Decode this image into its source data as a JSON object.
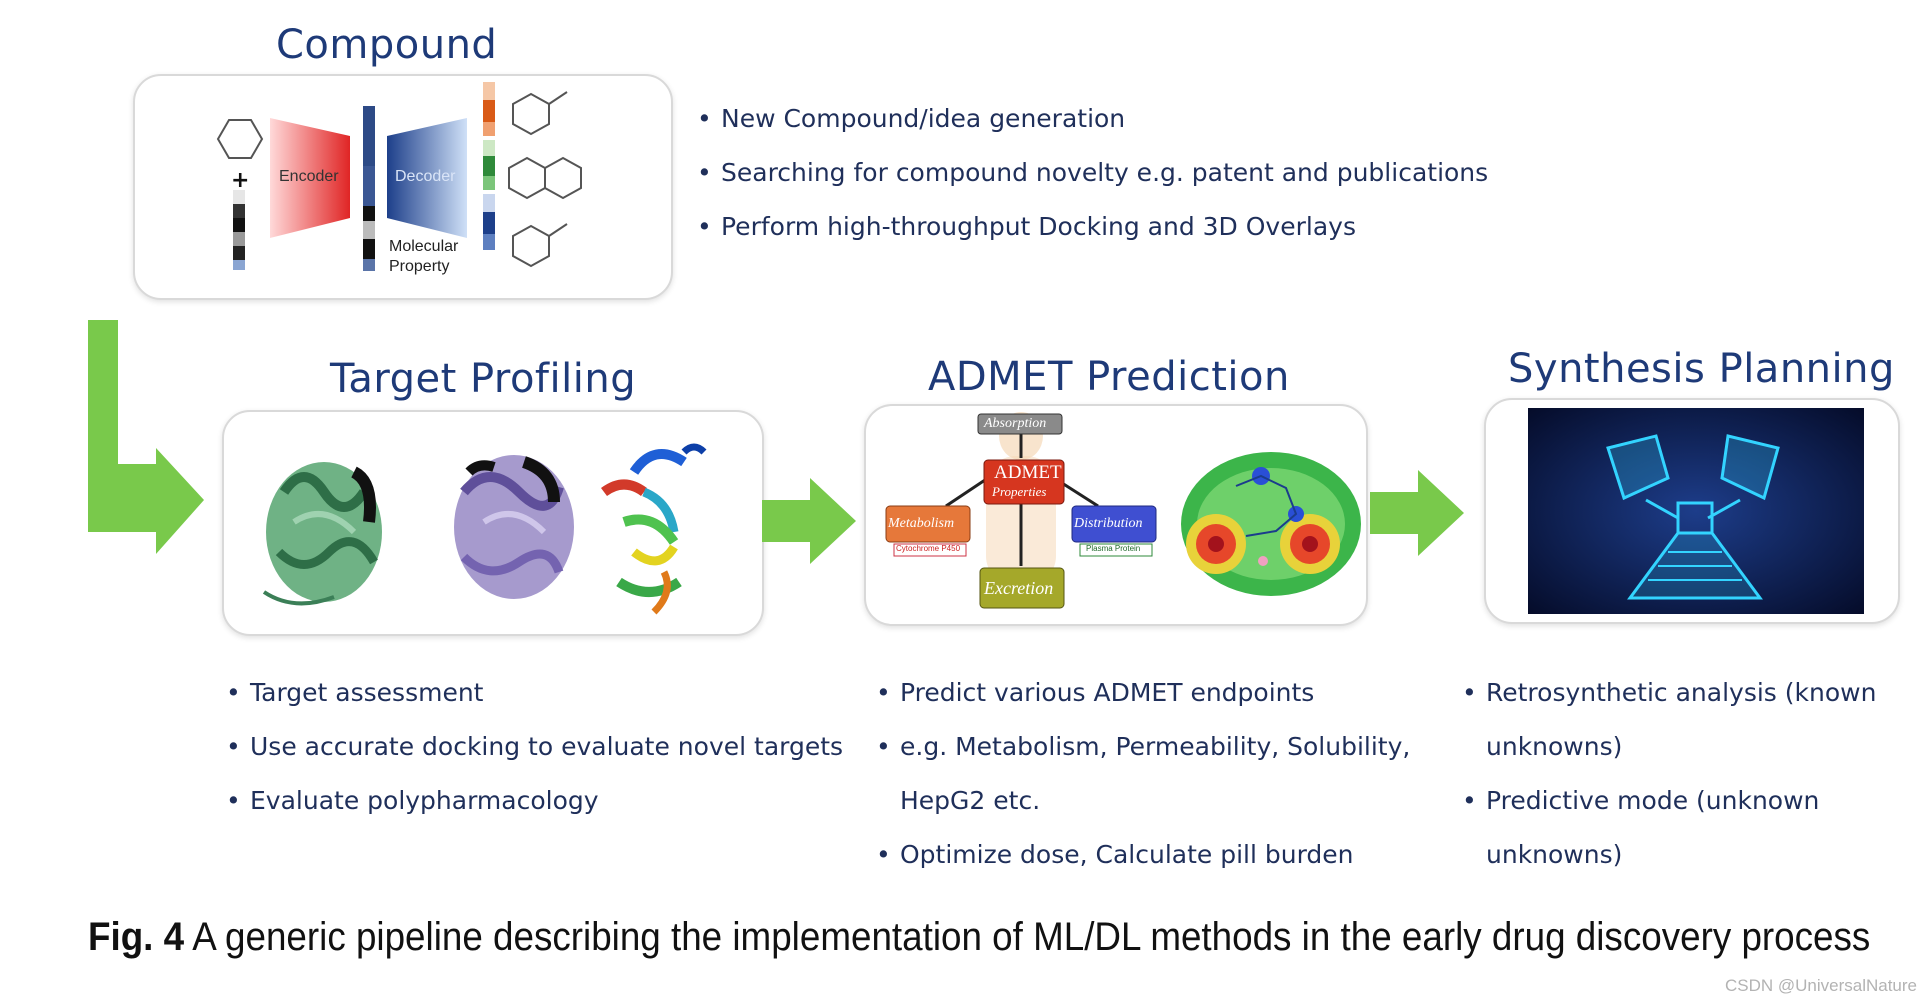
{
  "compound": {
    "title": "Compound",
    "encoder_label": "Encoder",
    "decoder_label": "Decoder",
    "property_label_line1": "Molecular",
    "property_label_line2": "Property",
    "plus": "+",
    "bullets": [
      "New Compound/idea generation",
      "Searching for compound novelty e.g. patent and publications",
      "Perform high-throughput Docking and 3D Overlays"
    ]
  },
  "target": {
    "title": "Target Profiling",
    "bullets": [
      "Target assessment",
      "Use accurate docking to evaluate novel targets",
      "Evaluate polypharmacology"
    ]
  },
  "admet": {
    "title": "ADMET Prediction",
    "diagram": {
      "absorption": "Absorption",
      "admet_line1": "ADMET",
      "admet_line2": "Properties",
      "metabolism": "Metabolism",
      "metabolism_sub": "Cytochrome P450",
      "distribution": "Distribution",
      "distribution_sub": "Plasma Protein",
      "excretion": "Excretion"
    },
    "bullets": [
      "Predict various ADMET endpoints",
      "e.g. Metabolism, Permeability, Solubility,",
      "HepG2 etc.",
      "Optimize dose, Calculate pill burden"
    ]
  },
  "synthesis": {
    "title": "Synthesis Planning",
    "bullets": [
      "Retrosynthetic analysis (known",
      "unknowns)",
      "Predictive mode (unknown",
      "unknowns)"
    ]
  },
  "caption": {
    "label": "Fig. 4",
    "text": " A generic pipeline describing the implementation of ML/DL methods in the early drug discovery process"
  },
  "watermark": "CSDN @UniversalNature",
  "colors": {
    "arrow_green": "#79c94b",
    "title_blue": "#1e3a78",
    "encoder_red": "#e23b3b",
    "decoder_blue": "#2f5fb3"
  }
}
